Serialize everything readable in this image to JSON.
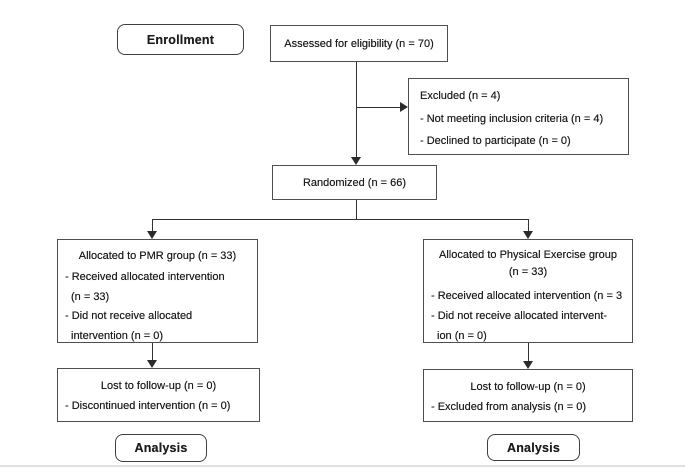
{
  "flow": {
    "enrollment_label": "Enrollment",
    "assessed": {
      "text": "Assessed for eligibility (n = 70)"
    },
    "excluded": {
      "title": "Excluded (n = 4)",
      "items": [
        "- Not meeting inclusion criteria (n = 4)",
        "- Declined to participate (n = 0)"
      ]
    },
    "randomized": {
      "text": "Randomized (n = 66)"
    },
    "allocation_pmr": {
      "title": "Allocated to PMR group (n = 33)",
      "lines": [
        "- Received allocated intervention",
        "(n = 33)",
        "- Did not receive allocated",
        "intervention (n = 0)"
      ]
    },
    "allocation_exercise": {
      "title_line1": "Allocated to Physical Exercise group",
      "title_line2": "(n = 33)",
      "lines": [
        "- Received allocated intervention (n = 3",
        "- Did not receive allocated intervent-",
        "ion (n = 0)"
      ]
    },
    "followup_pmr": {
      "title": "Lost to follow-up (n = 0)",
      "lines": [
        "- Discontinued intervention (n = 0)"
      ]
    },
    "followup_exercise": {
      "title": "Lost to follow-up (n = 0)",
      "lines": [
        "- Excluded from analysis (n = 0)"
      ]
    },
    "analysis_left_label": "Analysis",
    "analysis_right_label": "Analysis"
  },
  "colors": {
    "background": "#ffffff",
    "box_border": "#4f4f4f",
    "rounded_box_border": "#3f3f3f",
    "connector": "#333333",
    "text": "#1d1d1d"
  }
}
